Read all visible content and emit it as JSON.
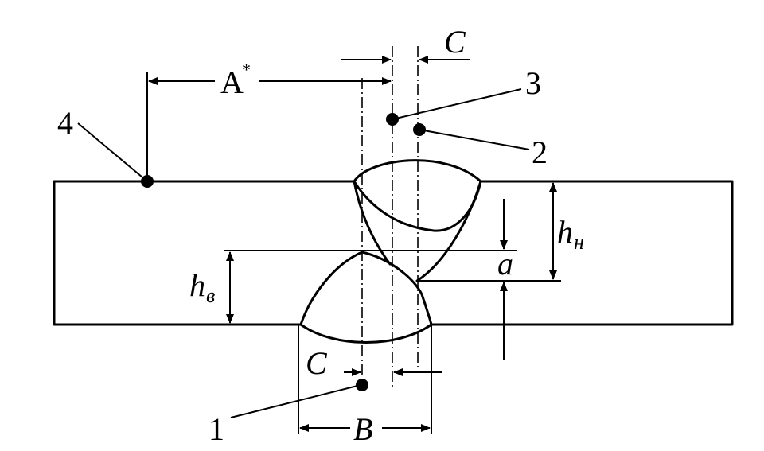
{
  "labels": {
    "n1": "1",
    "n2": "2",
    "n3": "3",
    "n4": "4",
    "A": "A",
    "A_mark": "*",
    "C": "C",
    "B": "B",
    "a": "a",
    "h": "h",
    "h_sub_top": "н",
    "h_sub_bottom": "в"
  },
  "colors": {
    "ink": "#000000",
    "background": "#ffffff"
  }
}
